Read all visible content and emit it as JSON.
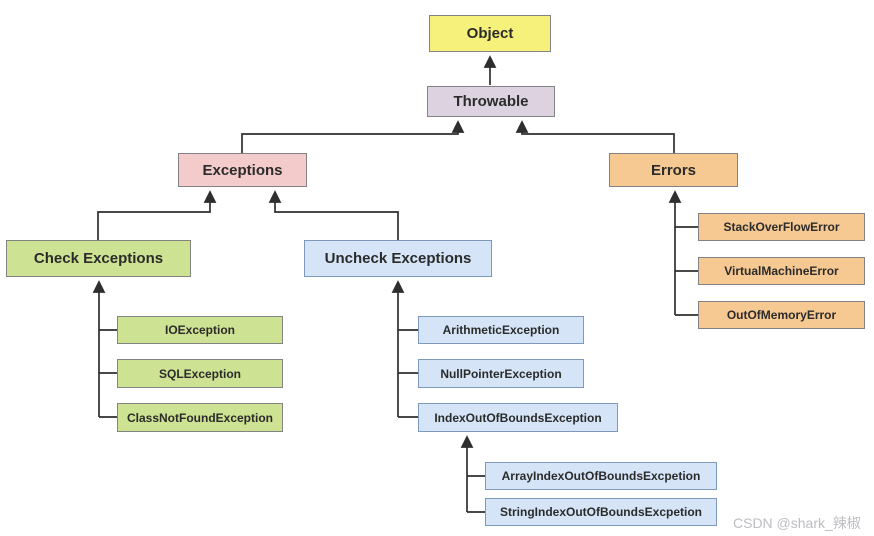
{
  "diagram": {
    "type": "hierarchy",
    "subject": "Java exception class hierarchy",
    "watermark": "CSDN @shark_辣椒",
    "palette": {
      "object_fill": "#f5f17b",
      "throwable_fill": "#dcd2e0",
      "exceptions_fill": "#f3cbca",
      "errors_fill": "#f6c892",
      "checked_fill": "#cde292",
      "unchecked_fill": "#d5e5f7",
      "line_color": "#2e2e2e",
      "watermark_color": "#bcbcc2"
    },
    "nodes": {
      "object": {
        "label": "Object"
      },
      "throwable": {
        "label": "Throwable"
      },
      "exceptions": {
        "label": "Exceptions"
      },
      "errors": {
        "label": "Errors"
      },
      "check_exceptions": {
        "label": "Check Exceptions"
      },
      "uncheck_exceptions": {
        "label": "Uncheck Exceptions"
      },
      "io_exception": {
        "label": "IOException"
      },
      "sql_exception": {
        "label": "SQLException"
      },
      "class_not_found_exception": {
        "label": "ClassNotFoundException"
      },
      "arithmetic_exception": {
        "label": "ArithmeticException"
      },
      "null_pointer_exception": {
        "label": "NullPointerException"
      },
      "index_out_of_bounds_exception": {
        "label": "IndexOutOfBoundsException"
      },
      "array_index_out_of_bounds_excpetion": {
        "label": "ArrayIndexOutOfBoundsExcpetion"
      },
      "string_index_out_of_bounds_excpetion": {
        "label": "StringIndexOutOfBoundsExcpetion"
      },
      "stack_overflow_error": {
        "label": "StackOverFlowError"
      },
      "virtual_machine_error": {
        "label": "VirtualMachineError"
      },
      "out_of_memory_error": {
        "label": "OutOfMemoryError"
      }
    },
    "edges": [
      {
        "from": "throwable",
        "to": "object"
      },
      {
        "from": "exceptions",
        "to": "throwable"
      },
      {
        "from": "errors",
        "to": "throwable"
      },
      {
        "from": "check_exceptions",
        "to": "exceptions"
      },
      {
        "from": "uncheck_exceptions",
        "to": "exceptions"
      },
      {
        "from": "io_exception",
        "to": "check_exceptions"
      },
      {
        "from": "sql_exception",
        "to": "check_exceptions"
      },
      {
        "from": "class_not_found_exception",
        "to": "check_exceptions"
      },
      {
        "from": "arithmetic_exception",
        "to": "uncheck_exceptions"
      },
      {
        "from": "null_pointer_exception",
        "to": "uncheck_exceptions"
      },
      {
        "from": "index_out_of_bounds_exception",
        "to": "uncheck_exceptions"
      },
      {
        "from": "array_index_out_of_bounds_excpetion",
        "to": "index_out_of_bounds_exception"
      },
      {
        "from": "string_index_out_of_bounds_excpetion",
        "to": "index_out_of_bounds_exception"
      },
      {
        "from": "stack_overflow_error",
        "to": "errors"
      },
      {
        "from": "virtual_machine_error",
        "to": "errors"
      },
      {
        "from": "out_of_memory_error",
        "to": "errors"
      }
    ]
  }
}
